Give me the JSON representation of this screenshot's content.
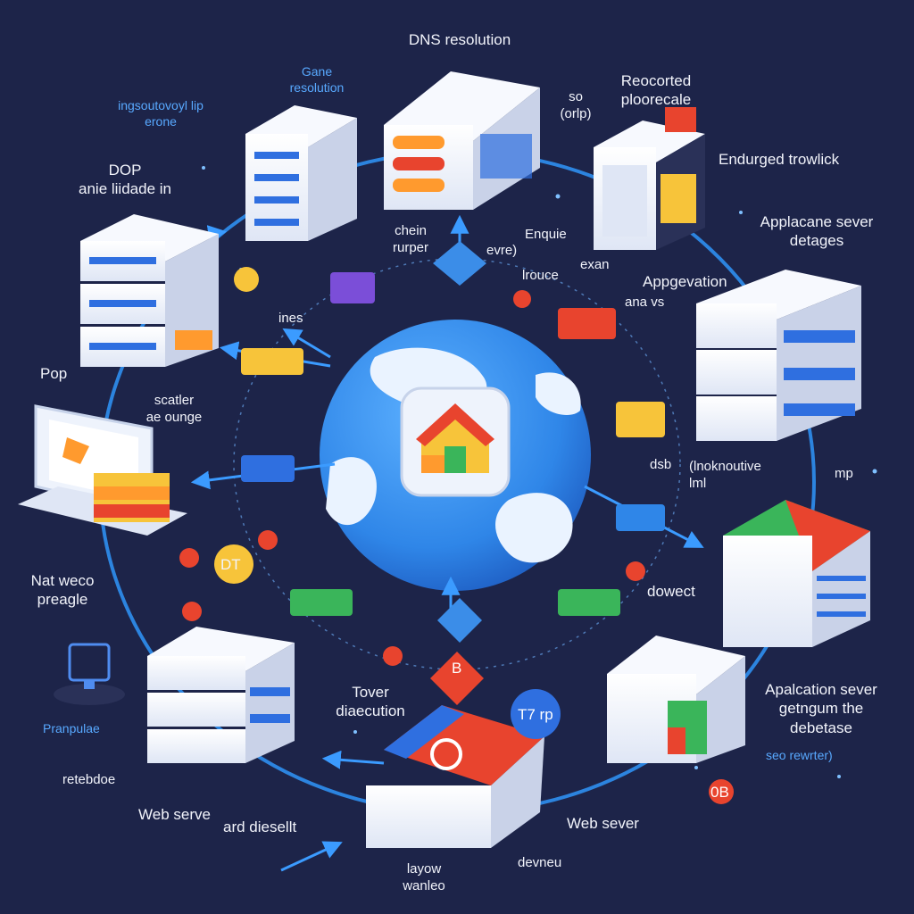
{
  "colors": {
    "background": "#1d2449",
    "ring": "#2f8ff0",
    "globe_ocean": "#2f86e8",
    "server_face": "#f3f6fd",
    "server_side": "#c9d2e8",
    "server_stripe": "#2f6fe0",
    "accent_orange": "#ff9a2e",
    "accent_red": "#e8442e",
    "accent_green": "#3ab55a",
    "accent_purple": "#7b4ed8",
    "accent_yellow": "#f7c43a"
  },
  "labels": {
    "dns_resolution": "DNS resolution",
    "gane_resolution": "Gane\nresolution",
    "ingsoutovoyl": "ingsoutovoyl lip\nerone",
    "recorded": "Reocorted\nploorecale",
    "endurged": "Endurged trowlick",
    "applacane": "Applacane sever\ndetages",
    "pop_top": "DOP\nanie liidade in",
    "chein": "chein\nrurper",
    "enquie": "Enquie",
    "evre": "evre)",
    "lrouce": "lrouce",
    "exan": "exan",
    "so_top": "so\n(orlp)",
    "appgevation": "Appgevation",
    "ana_vs": "ana vs",
    "ines": "ines",
    "pop_left": "Pop",
    "scatler": "scatler\nae ounge",
    "dsb": "dsb",
    "inlo": "(lnoknoutive\nlml",
    "mp": "mp",
    "nat_weco": "Nat weco\npreagle",
    "dt": "DT",
    "dowect": "dowect",
    "tover": "Tover\ndiaecution",
    "t7rp": "T7 rp",
    "application_sever": "Apalcation sever\ngetngum the\ndebetase",
    "seo_rewriter": "seo rewrter)",
    "pranpulae": "Pranpulae",
    "retebdoe": "retebdoe",
    "web_serve": "Web serve",
    "ard_dieselt": "ard diesellt",
    "web_sever": "Web sever",
    "layow": "layow\nwanleo",
    "devneu": "devneu",
    "ob": "0B",
    "b": "B"
  }
}
